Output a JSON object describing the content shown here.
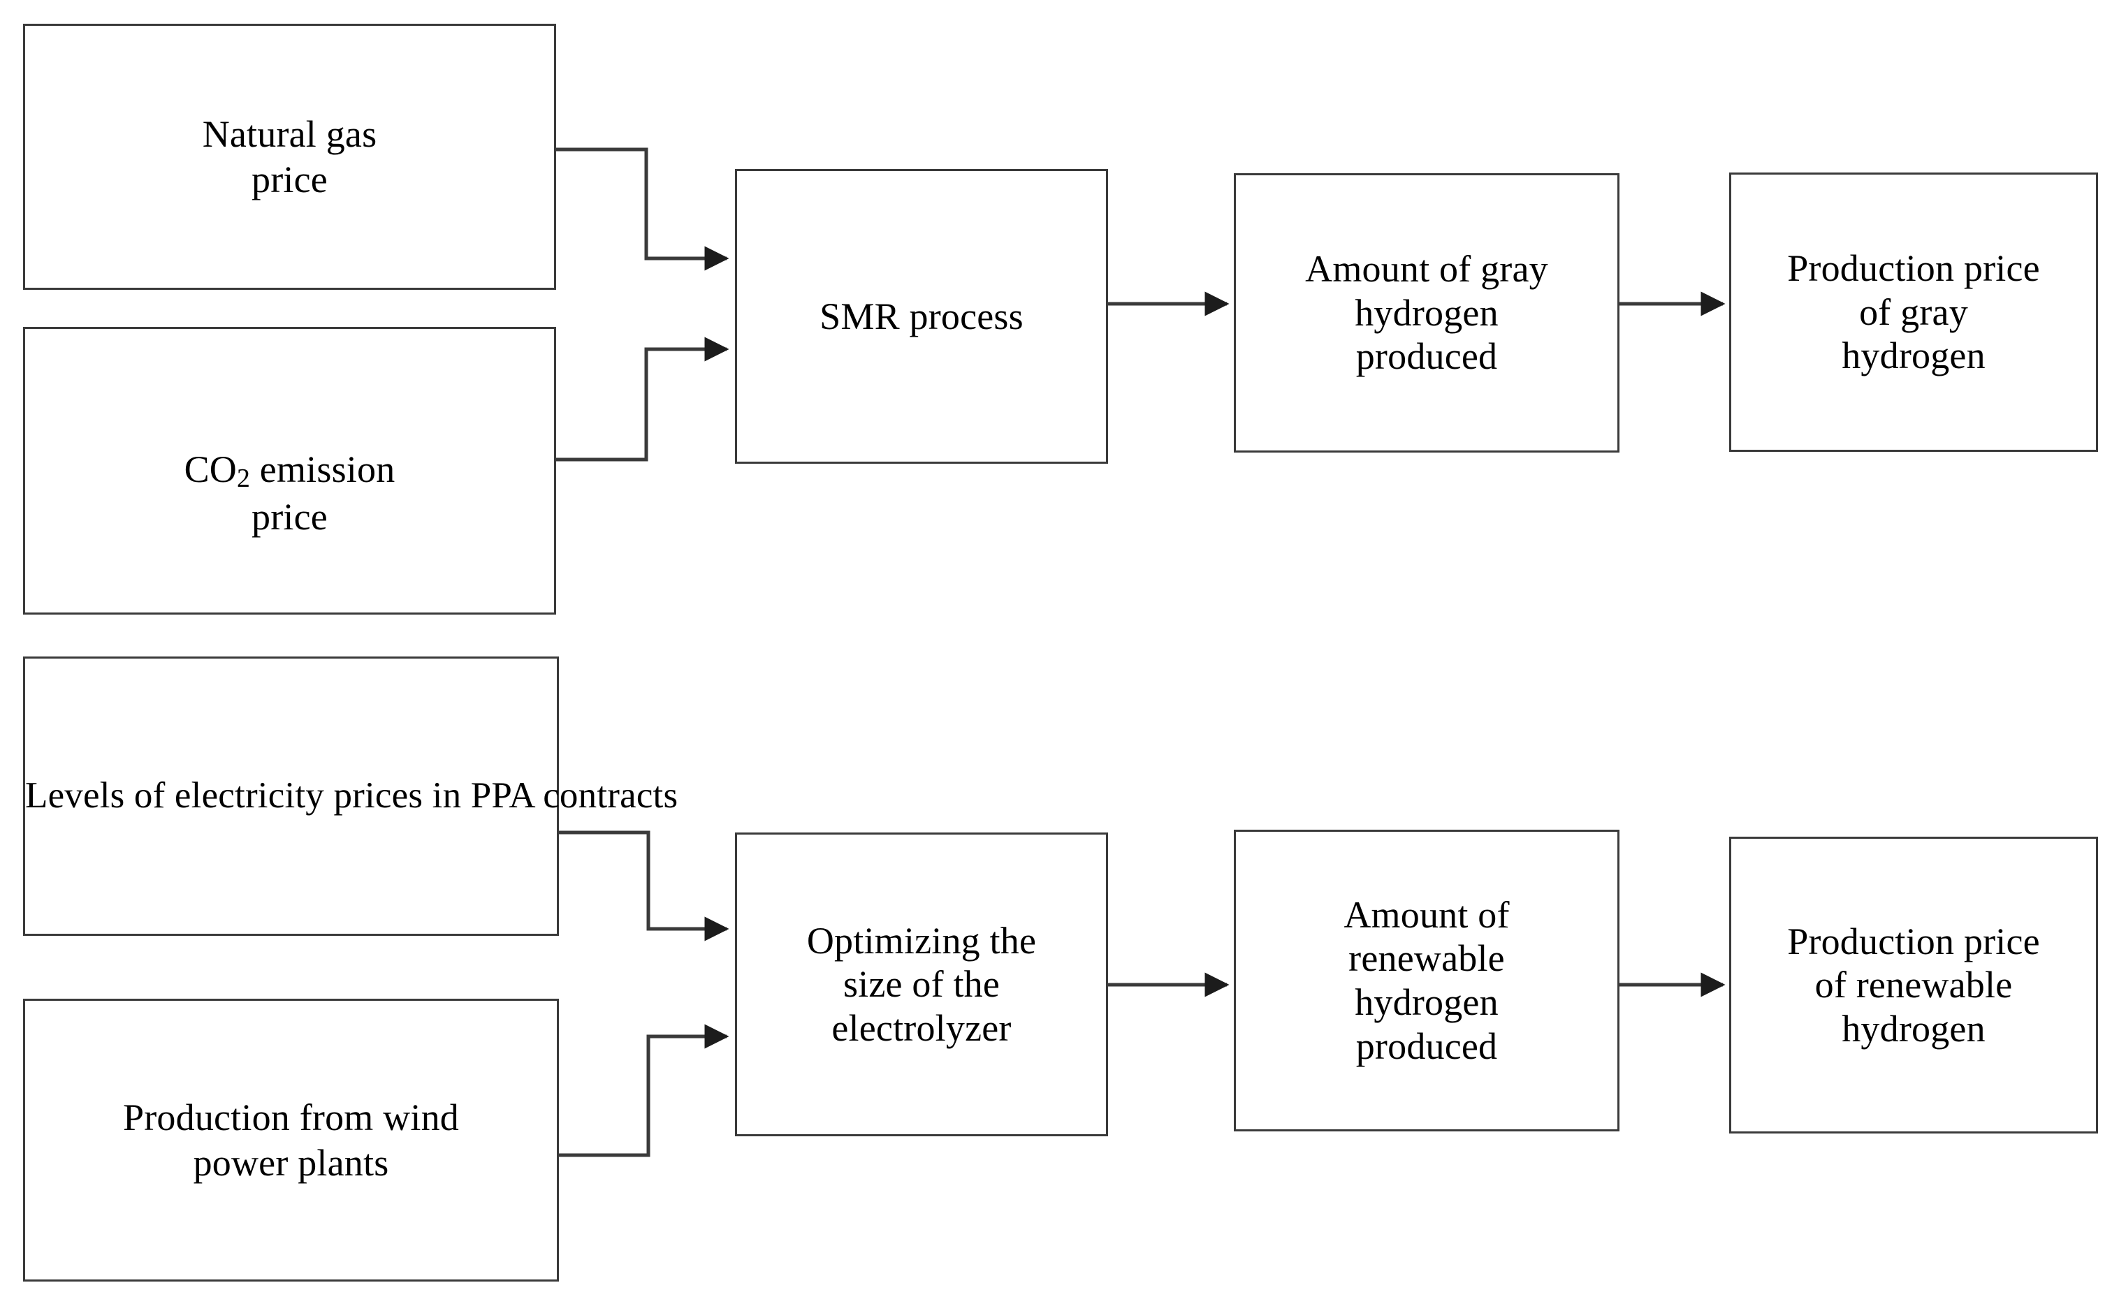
{
  "diagram": {
    "title": "Gray and renewable hydrogen production price flow",
    "line_color": "#3a3a3a",
    "text_color": "#000000",
    "background": "#ffffff"
  },
  "nodes": {
    "natural_gas_price": {
      "label": "Natural gas\nprice"
    },
    "co2_emission_price_pre": {
      "label": "CO"
    },
    "co2_emission_price_sub": {
      "label": "2"
    },
    "co2_emission_price_post": {
      "label": " emission\nprice"
    },
    "smr_process": {
      "label": "SMR process"
    },
    "amount_gray_hydrogen": {
      "label": "Amount of  gray\nhydrogen\nproduced"
    },
    "production_price_gray": {
      "label": "Production price\nof gray\nhydrogen"
    },
    "electricity_prices_ppa": {
      "label": "Levels of electricity\nprices in PPA contracts"
    },
    "wind_power_production": {
      "label": "Production from wind\npower plants"
    },
    "optimizing_electrolyzer": {
      "label": "Optimizing the\nsize of the\nelectrolyzer"
    },
    "amount_renewable_hydrogen": {
      "label": "Amount of\nrenewable\nhydrogen\nproduced"
    },
    "production_price_renewable": {
      "label": "Production price\nof renewable\nhydrogen"
    }
  },
  "connections": [
    {
      "from": "natural_gas_price",
      "to": "smr_process",
      "type": "elbow-arrow"
    },
    {
      "from": "co2_emission_price",
      "to": "smr_process",
      "type": "elbow-arrow"
    },
    {
      "from": "smr_process",
      "to": "amount_gray_hydrogen",
      "type": "straight-arrow"
    },
    {
      "from": "amount_gray_hydrogen",
      "to": "production_price_gray",
      "type": "straight-arrow"
    },
    {
      "from": "electricity_prices_ppa",
      "to": "optimizing_electrolyzer",
      "type": "elbow-arrow"
    },
    {
      "from": "wind_power_production",
      "to": "optimizing_electrolyzer",
      "type": "elbow-arrow"
    },
    {
      "from": "optimizing_electrolyzer",
      "to": "amount_renewable_hydrogen",
      "type": "straight-arrow"
    },
    {
      "from": "amount_renewable_hydrogen",
      "to": "production_price_renewable",
      "type": "straight-arrow"
    }
  ]
}
